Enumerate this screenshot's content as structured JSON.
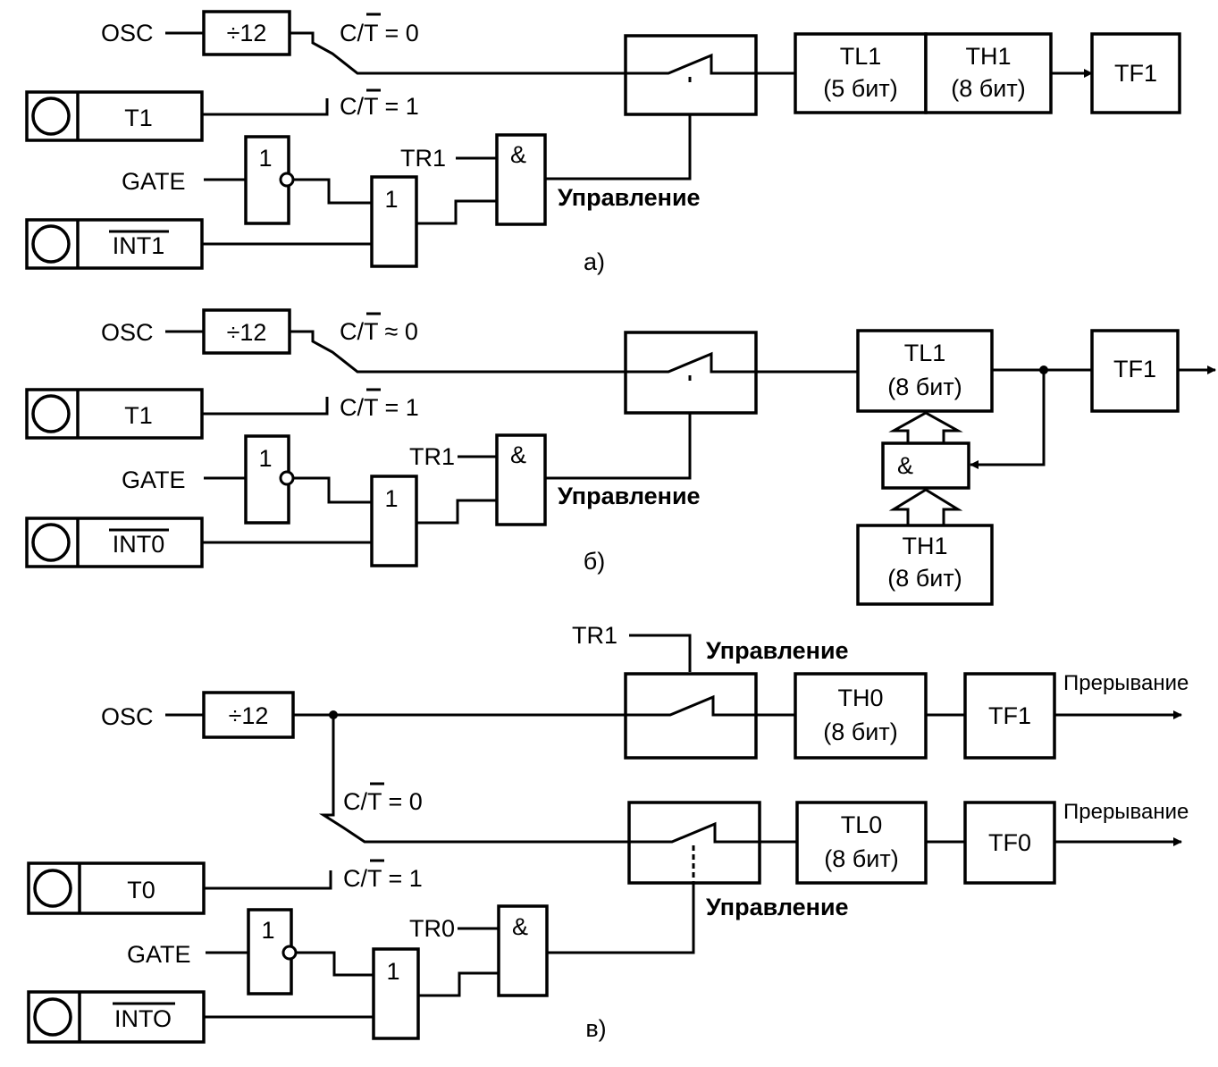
{
  "colors": {
    "ink": "#000000",
    "paper": "#ffffff"
  },
  "panel_a": {
    "caption": "а)",
    "osc": "OSC",
    "divider": "÷12",
    "ct0": "C/T = 0",
    "ct1": "C/T = 1",
    "pin_t": "T1",
    "gate": "GATE",
    "pin_int": "INT1",
    "tr": "TR1",
    "not_gate": "1",
    "or_gate": "1",
    "and_gate": "&",
    "control": "Управление",
    "counter_low": "TL1",
    "counter_low_bits": "(5 бит)",
    "counter_high": "TH1",
    "counter_high_bits": "(8 бит)",
    "flag": "TF1"
  },
  "panel_b": {
    "caption": "б)",
    "osc": "OSC",
    "divider": "÷12",
    "ct0": "C/T ≈ 0",
    "ct1": "C/T = 1",
    "pin_t": "T1",
    "gate": "GATE",
    "pin_int": "INT0",
    "tr": "TR1",
    "not_gate": "1",
    "or_gate": "1",
    "and_gate": "&",
    "control": "Управление",
    "counter_low": "TL1",
    "counter_low_bits": "(8 бит)",
    "reload_gate": "&",
    "counter_high": "TH1",
    "counter_high_bits": "(8 бит)",
    "flag": "TF1"
  },
  "panel_c": {
    "caption": "в)",
    "tr1": "TR1",
    "control_top": "Управление",
    "osc": "OSC",
    "divider": "÷12",
    "counter_high": "TH0",
    "counter_high_bits": "(8  бит)",
    "flag_top": "TF1",
    "interrupt_top": "Прерывание",
    "ct0": "C/T = 0",
    "counter_low": "TL0",
    "counter_low_bits": "(8 бит)",
    "flag_bottom": "TF0",
    "interrupt_bottom": "Прерывание",
    "ct1": "C/T = 1",
    "pin_t": "T0",
    "control_bottom": "Управление",
    "tr0": "TR0",
    "gate": "GATE",
    "not_gate": "1",
    "or_gate": "1",
    "and_gate": "&",
    "pin_int": "INTO"
  }
}
